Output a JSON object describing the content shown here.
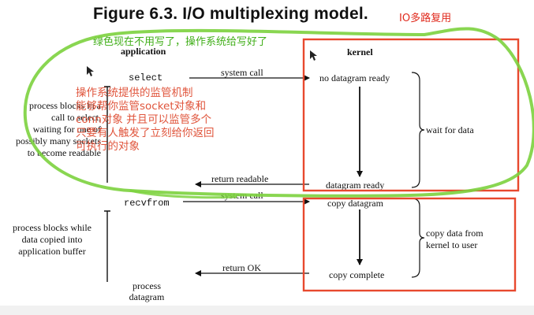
{
  "figure": {
    "title": "Figure 6.3. I/O multiplexing model.",
    "red_title": "IO多路复用",
    "green_note": "绿色现在不用写了，操作系统给写好了",
    "application_label": "application",
    "kernel_label": "kernel",
    "select_call": "select",
    "recvfrom_call": "recvfrom",
    "system_call_label_1": "system call",
    "system_call_label_2": "system call",
    "return_readable": "return readable",
    "return_ok": "return OK",
    "no_datagram_ready": "no datagram ready",
    "datagram_ready": "datagram ready",
    "copy_datagram": "copy datagram",
    "copy_complete": "copy complete",
    "wait_for_data": "wait for data",
    "copy_data_line1": "copy data from",
    "copy_data_line2": "kernel to user",
    "left_block1": [
      "process blocks in a",
      "call to select,",
      "waiting for one of",
      "possibly many sockets",
      "to become readable"
    ],
    "left_block2": [
      "process blocks while",
      "data copied into",
      "application buffer"
    ],
    "process_datagram": [
      "process",
      "datagram"
    ],
    "red_note": [
      "操作系统提供的监管机制",
      "能够帮你监管socket对象和",
      "conn对象 并且可以监管多个",
      "只要有人触发了立刻给你返回",
      "可执行的对象"
    ]
  }
}
